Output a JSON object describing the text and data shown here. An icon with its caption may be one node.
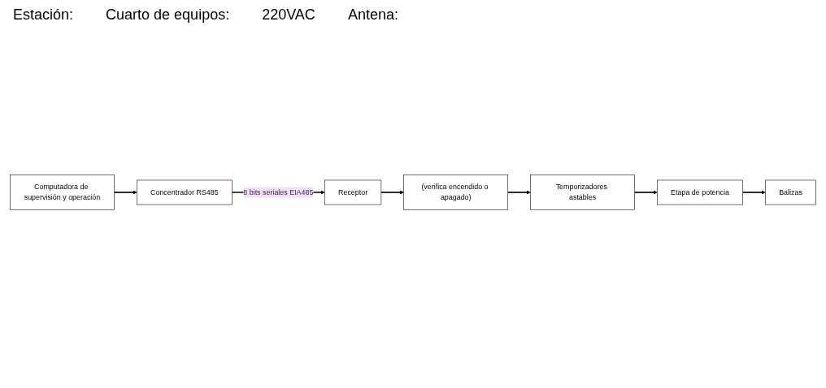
{
  "diagram": {
    "nodes": [
      {
        "text": [
          "Computadora de supervisión y operación"
        ]
      },
      {
        "text": [
          "Concentrador RS485"
        ]
      },
      {
        "text": [
          "Receptor"
        ]
      },
      {
        "text": [
          "(verifica encendido o apagado)"
        ]
      },
      {
        "text": [
          "Temporizadores astables"
        ]
      },
      {
        "text": [
          "Etapa de potencia"
        ]
      },
      {
        "text": [
          "Balizas"
        ]
      }
    ],
    "edges": [
      {
        "from": 0,
        "to": 1,
        "arrow": "to"
      },
      {
        "from": 1,
        "to": 2,
        "arrow": "to",
        "label": "8 bits seriales EIA485"
      },
      {
        "from": 2,
        "to": 3,
        "arrow": "to"
      },
      {
        "from": 3,
        "to": 4,
        "arrow": "to"
      },
      {
        "from": 4,
        "to": 5,
        "arrow": "to"
      },
      {
        "from": 5,
        "to": 6,
        "arrow": "to"
      }
    ],
    "labels": [
      "Estación:",
      "Cuarto de equipos:",
      "220VAC",
      "Antena:"
    ]
  }
}
